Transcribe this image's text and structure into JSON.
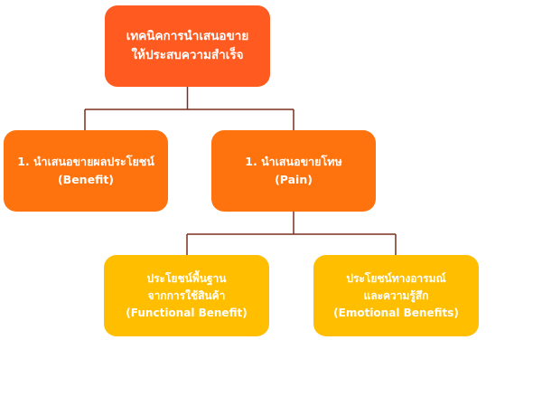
{
  "root": {
    "line1": "เทคนิคการนำเสนอขาย",
    "line2": "ให้ประสบความสำเร็จ"
  },
  "benefit_node": {
    "line1": "1. นำเสนอขายผลประโยชน์",
    "line2": "(Benefit)"
  },
  "pain_node": {
    "line1": "1. นำเสนอขายโทษ",
    "line2": "(Pain)"
  },
  "functional_node": {
    "line1": "ประโยชน์พื้นฐาน",
    "line2": "จากการใช้สินค้า",
    "line3": "(Functional Benefit)"
  },
  "emotional_node": {
    "line1": "ประโยชน์ทางอารมณ์",
    "line2": "และความรู้สึก",
    "line3": "(Emotional Benefits)"
  },
  "colors": {
    "root": "#ff5a1f",
    "level1": "#ff730f",
    "level2": "#ffbe00",
    "connector": "#7a2e1e"
  }
}
